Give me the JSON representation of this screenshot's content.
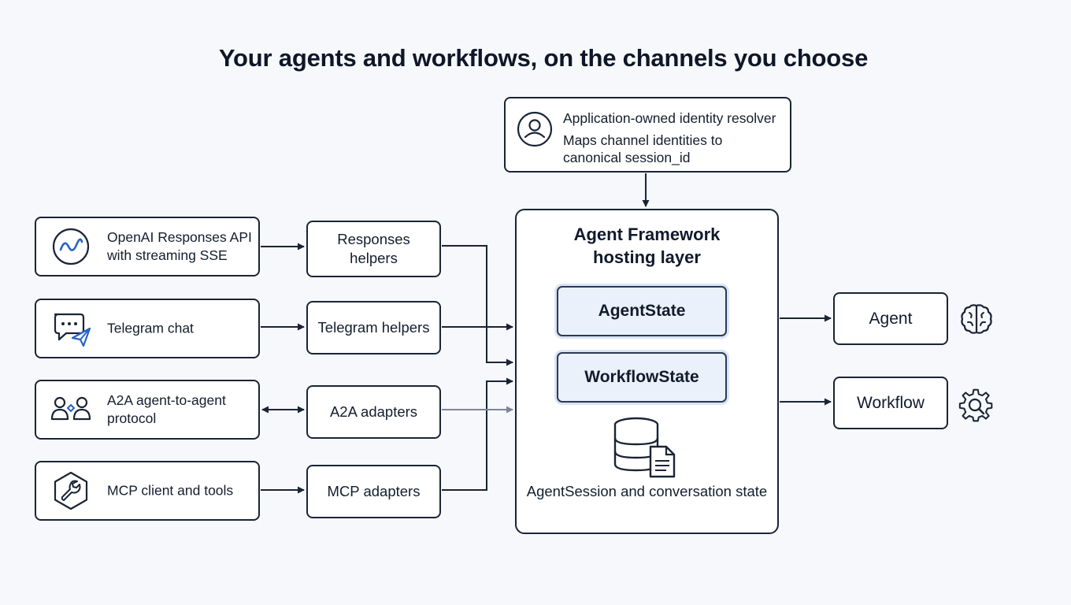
{
  "title": "Your agents and workflows, on the channels you choose",
  "resolver": {
    "icon": "user-circle-icon",
    "line1": "Application-owned identity resolver",
    "line2": "Maps channel identities to canonical session_id"
  },
  "sources": [
    {
      "name": "openai-responses",
      "icon": "openai-wave-icon",
      "label": "OpenAI Responses API with streaming SSE"
    },
    {
      "name": "telegram",
      "icon": "chat-bubble-plane-icon",
      "label": "Telegram chat"
    },
    {
      "name": "a2a",
      "icon": "people-connect-icon",
      "label": "A2A agent-to-agent protocol"
    },
    {
      "name": "mcp",
      "icon": "hexagon-wrench-icon",
      "label": "MCP client and tools"
    }
  ],
  "adapters": [
    {
      "label": "Responses helpers"
    },
    {
      "label": "Telegram helpers"
    },
    {
      "label": "A2A adapters"
    },
    {
      "label": "MCP adapters"
    }
  ],
  "hosting": {
    "title": "Agent Framework hosting layer",
    "states": [
      "AgentState",
      "WorkflowState"
    ],
    "storage_icon": "database-document-icon",
    "storage_label": "AgentSession and conversation state"
  },
  "outputs": [
    {
      "label": "Agent",
      "icon": "brain-icon"
    },
    {
      "label": "Workflow",
      "icon": "gear-search-icon"
    }
  ],
  "colors": {
    "stroke": "#1a2436",
    "accent_blue": "#2563c9",
    "state_fill": "#eaf1fa",
    "background": "#f6f8fb"
  }
}
